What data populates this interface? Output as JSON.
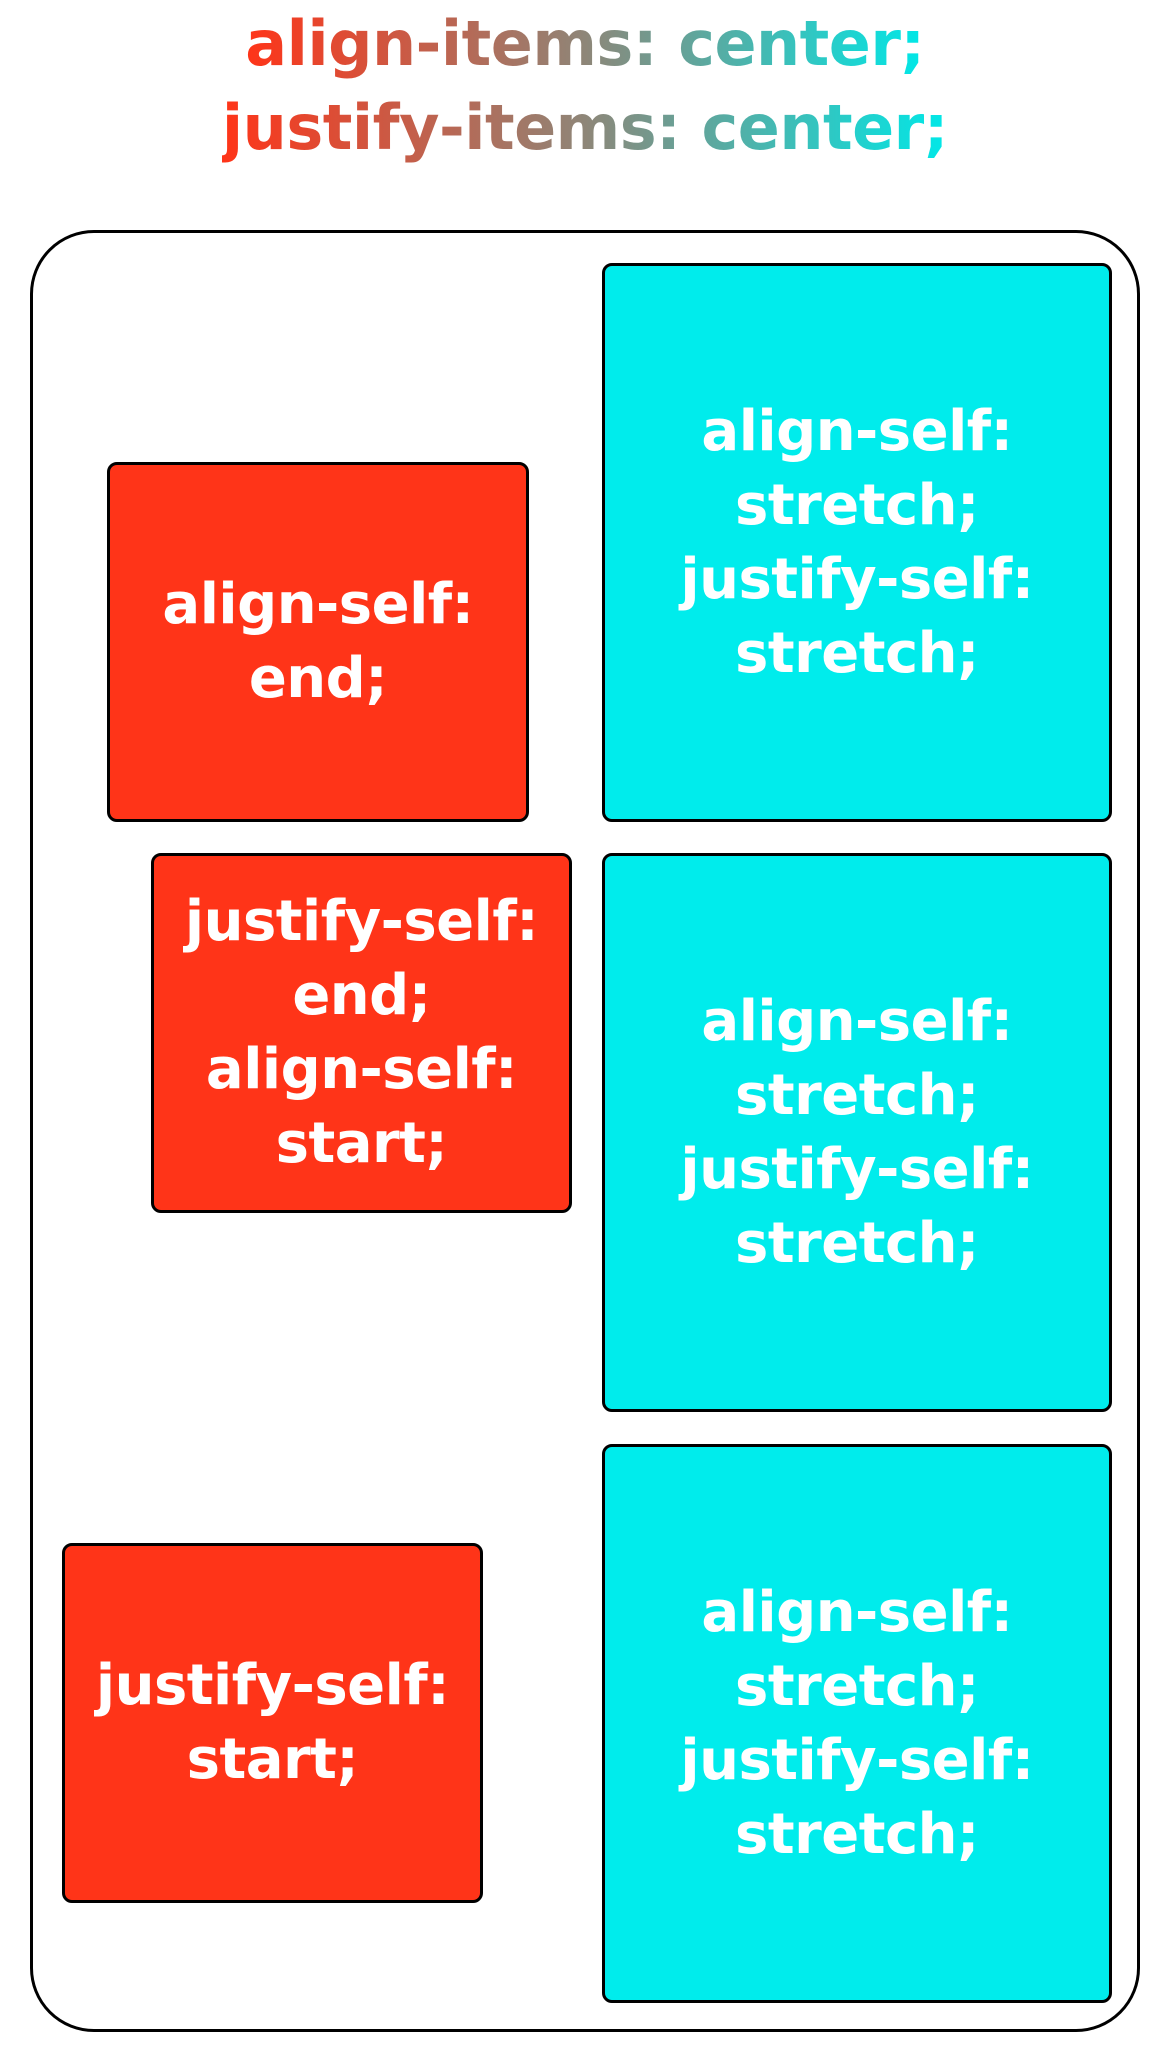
{
  "title": {
    "line1": "align-items: center;",
    "line2": "justify-items: center;"
  },
  "colors": {
    "red": "#ff3418",
    "cyan": "#00ecec",
    "border": "#000000",
    "text": "#ffffff"
  },
  "items": [
    {
      "text": "align-self:\nend;",
      "color": "red"
    },
    {
      "text": "align-self:\nstretch;\njustify-self:\nstretch;",
      "color": "cyan"
    },
    {
      "text": "justify-self:\nend;\nalign-self:\nstart;",
      "color": "red"
    },
    {
      "text": "align-self:\nstretch;\njustify-self:\nstretch;",
      "color": "cyan"
    },
    {
      "text": "justify-self:\nstart;",
      "color": "red"
    },
    {
      "text": "align-self:\nstretch;\njustify-self:\nstretch;",
      "color": "cyan"
    }
  ]
}
